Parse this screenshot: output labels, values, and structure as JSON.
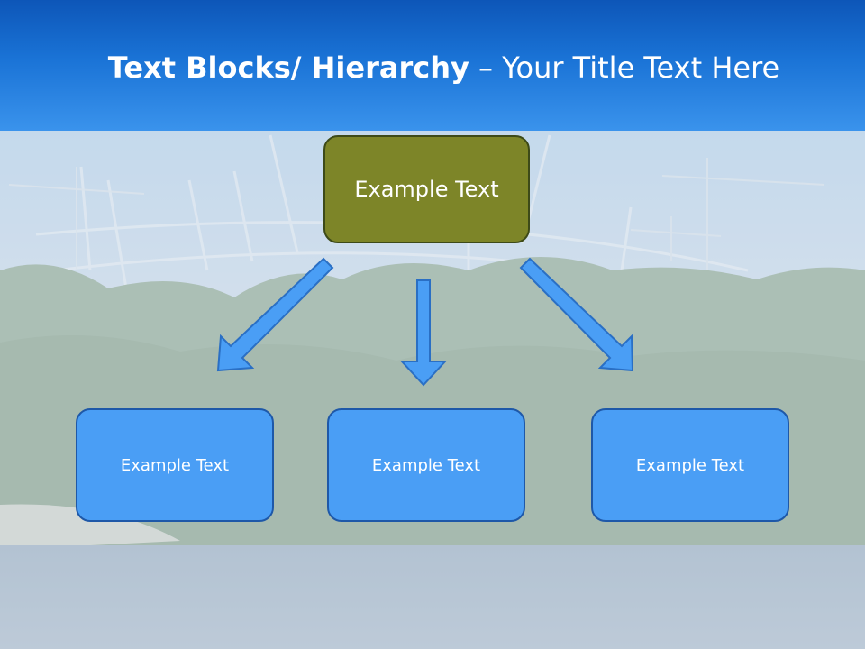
{
  "title": {
    "bold": "Text Blocks/ Hierarchy",
    "rest": " – Your Title Text Here"
  },
  "diagram": {
    "top": {
      "label": "Example Text",
      "color": "#7d8528"
    },
    "children": [
      {
        "label": "Example Text"
      },
      {
        "label": "Example Text"
      },
      {
        "label": "Example Text"
      }
    ],
    "child_color": "#4a9ef5",
    "arrow_color": "#4a9ef5"
  },
  "header_color": "#1a73d6"
}
